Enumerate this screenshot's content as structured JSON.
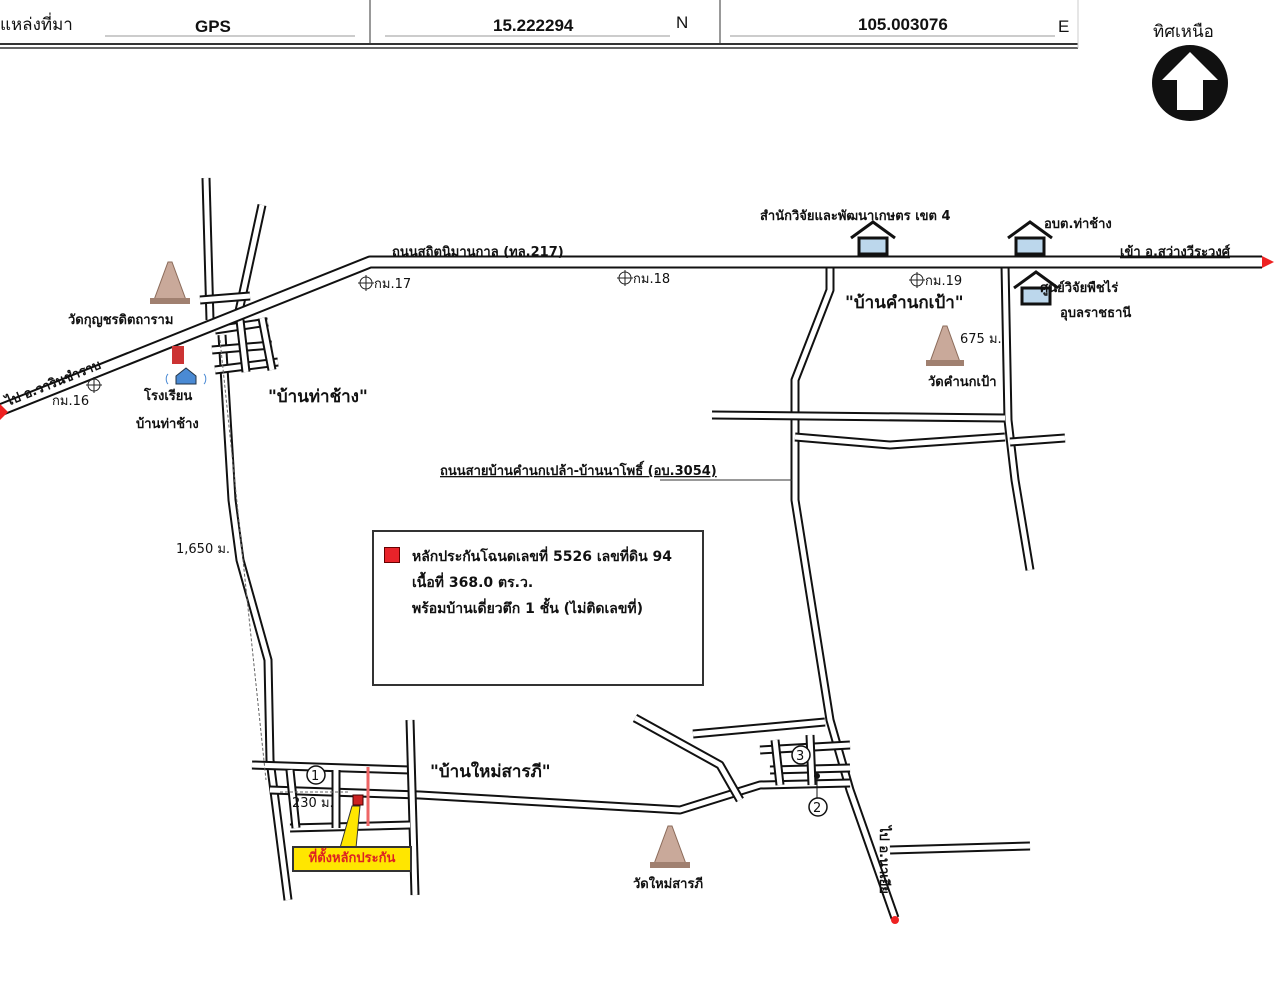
{
  "header": {
    "source_label": "แหล่งที่มา",
    "source_value": "GPS",
    "lat": "15.222294",
    "lat_dir": "N",
    "lon": "105.003076",
    "lon_dir": "E",
    "north_label": "ทิศเหนือ"
  },
  "roads": {
    "main": "ถนนสถิตนิมานกาล (ทล.217)",
    "secondary": "ถนนสายบ้านคำนกเปล้า-บ้านนาโพธิ์ (อบ.3054)",
    "to_warin": "ไป อ.วารินชำราบ",
    "to_sawang": "เข้า อ.สว่างวีระวงศ์",
    "to_nayia": "ไป อ.นาเยีย"
  },
  "km_markers": [
    "กม.16",
    "กม.17",
    "กม.18",
    "กม.19"
  ],
  "villages": [
    "\"บ้านท่าช้าง\"",
    "\"บ้านคำนกเป้า\"",
    "\"บ้านใหม่สารภี\""
  ],
  "landmarks": {
    "wat1": "วัดกุญชรดิตถาราม",
    "school1": "โรงเรียน",
    "school2": "บ้านท่าช้าง",
    "research": "สำนักวิจัยและพัฒนาเกษตร เขต 4",
    "obt": "อบต.ท่าช้าง",
    "crop1": "ศูนย์วิจัยพืชไร่",
    "crop2": "อุบลราชธานี",
    "wat2": "วัดคำนกเป้า",
    "wat3": "วัดใหม่สารภี"
  },
  "distances": [
    "1,650 ม.",
    "675 ม.",
    "230 ม."
  ],
  "points": [
    "1",
    "2",
    "3"
  ],
  "legend": {
    "line1": "หลักประกันโฉนดเลขที่ 5526 เลขที่ดิน 94",
    "line2": "เนื้อที่ 368.0 ตร.ว.",
    "line3": "พร้อมบ้านเดี่ยวตึก 1 ชั้น (ไม่ติดเลขที่)",
    "marker_color": "#e8232a"
  },
  "site_label": "ที่ตั้งหลักประกัน"
}
